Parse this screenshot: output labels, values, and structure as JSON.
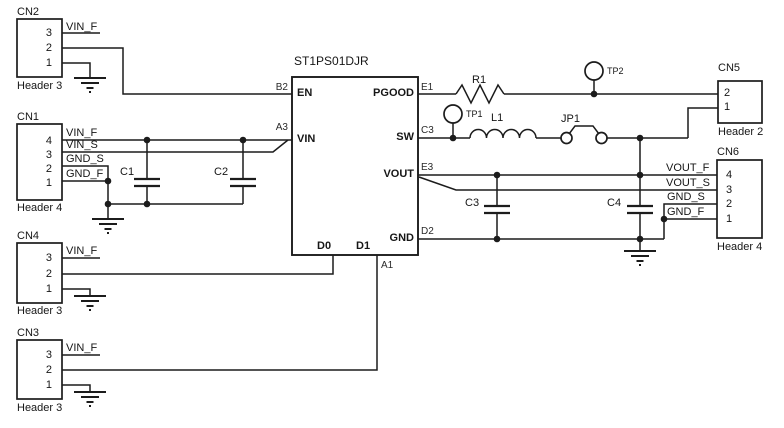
{
  "ic": {
    "title": "ST1PS01DJR",
    "pins": {
      "en": "EN",
      "vin": "VIN",
      "pgood": "PGOOD",
      "sw": "SW",
      "vout": "VOUT",
      "gnd": "GND",
      "d0": "D0",
      "d1": "D1"
    },
    "designators": {
      "en": "B2",
      "vin": "A3",
      "pgood": "E1",
      "sw": "C3",
      "vout": "E3",
      "gnd": "D2",
      "d1": "A1"
    }
  },
  "connectors": {
    "cn2": {
      "ref": "CN2",
      "type": "Header 3",
      "pins": [
        "3",
        "2",
        "1"
      ],
      "nets": [
        "VIN_F"
      ]
    },
    "cn1": {
      "ref": "CN1",
      "type": "Header 4",
      "pins": [
        "4",
        "3",
        "2",
        "1"
      ],
      "nets": [
        "VIN_F",
        "VIN_S",
        "GND_S",
        "GND_F"
      ]
    },
    "cn4": {
      "ref": "CN4",
      "type": "Header 3",
      "pins": [
        "3",
        "2",
        "1"
      ],
      "nets": [
        "VIN_F"
      ]
    },
    "cn3": {
      "ref": "CN3",
      "type": "Header 3",
      "pins": [
        "3",
        "2",
        "1"
      ],
      "nets": [
        "VIN_F"
      ]
    },
    "cn5": {
      "ref": "CN5",
      "type": "Header 2",
      "pins": [
        "2",
        "1"
      ]
    },
    "cn6": {
      "ref": "CN6",
      "type": "Header 4",
      "pins": [
        "4",
        "3",
        "2",
        "1"
      ],
      "nets": [
        "VOUT_F",
        "VOUT_S",
        "GND_S",
        "GND_F"
      ]
    }
  },
  "components": {
    "r1": "R1",
    "l1": "L1",
    "jp1": "JP1",
    "c1": "C1",
    "c2": "C2",
    "c3": "C3",
    "c4": "C4",
    "tp1": "TP1",
    "tp2": "TP2"
  },
  "colors": {
    "line": "#1c1c1c",
    "background": "#ffffff"
  }
}
